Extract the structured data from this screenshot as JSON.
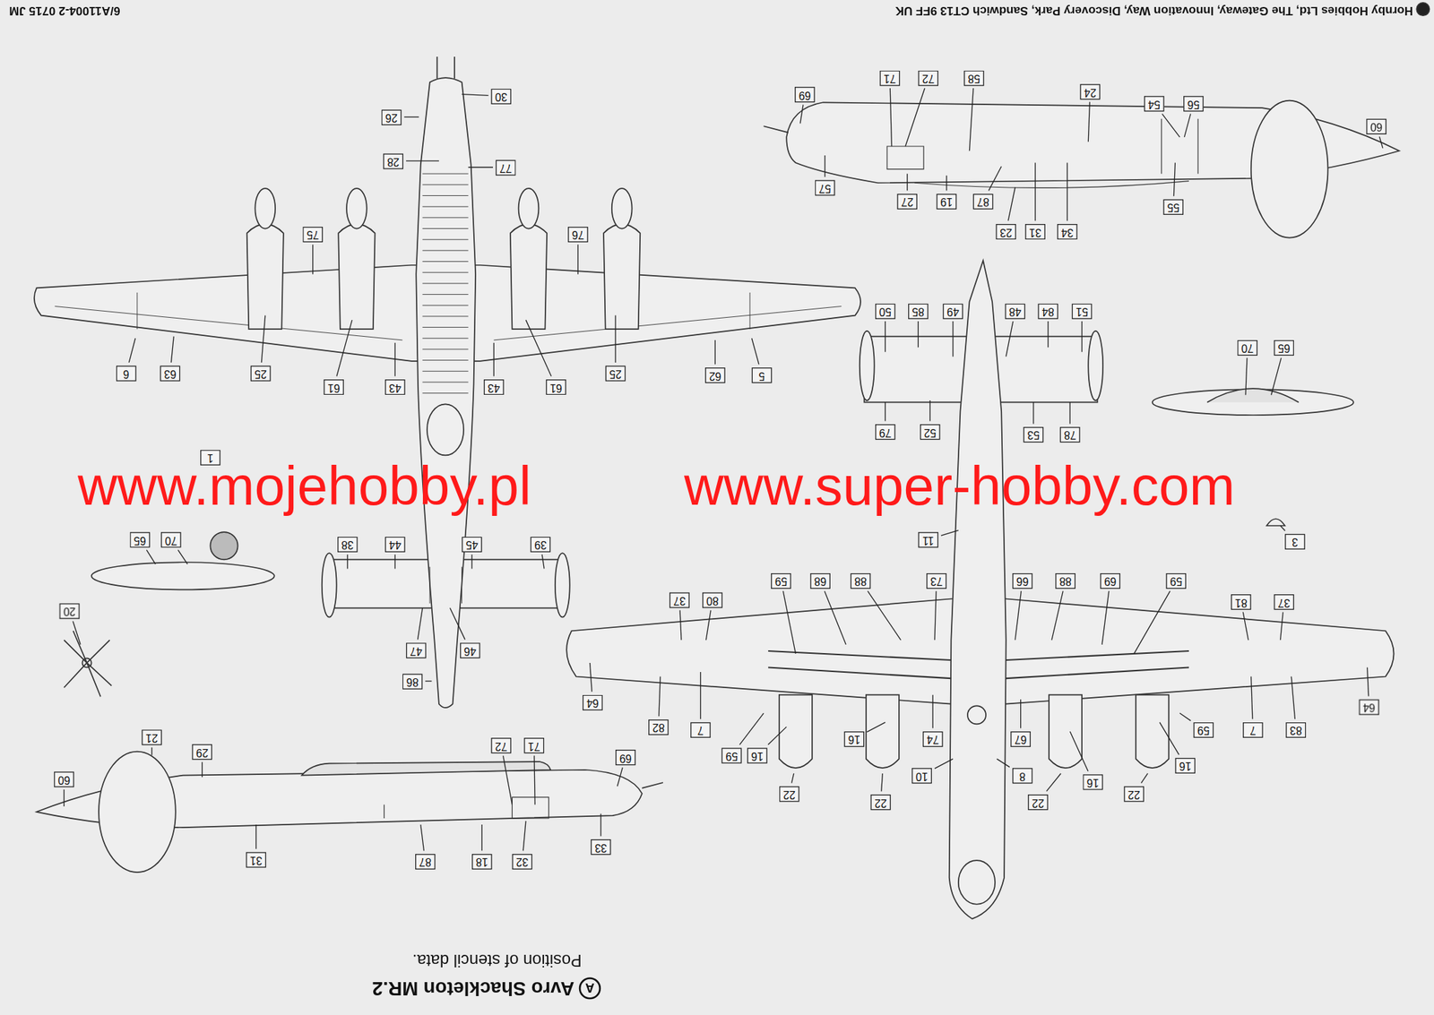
{
  "diagram": {
    "title": "Avro Shackleton MR.2",
    "caption": "Position of stencil data.",
    "labels": [
      "6/A11004-2 0715 JM",
      "Hornby Hobbies Ltd, The Gateway, Innovation Way, Discovery Park, Sandwich CT13 9FF UK",
      "30",
      "26",
      "28",
      "77",
      "75",
      "76",
      "6",
      "63",
      "25",
      "61",
      "43",
      "43",
      "61",
      "25",
      "62",
      "5",
      "69",
      "71",
      "72",
      "58",
      "24",
      "54",
      "56",
      "60",
      "57",
      "27",
      "19",
      "87",
      "23",
      "31",
      "34",
      "55",
      "50",
      "85",
      "49",
      "48",
      "84",
      "51",
      "79",
      "52",
      "53",
      "78",
      "70",
      "65",
      "11",
      "3",
      "1",
      "65",
      "70",
      "38",
      "44",
      "45",
      "39",
      "20",
      "47",
      "46",
      "86",
      "21",
      "29",
      "60",
      "72",
      "71",
      "69",
      "31",
      "87",
      "18",
      "32",
      "33",
      "37",
      "80",
      "59",
      "68",
      "88",
      "73",
      "66",
      "88",
      "69",
      "59",
      "81",
      "37",
      "64",
      "82",
      "7",
      "59",
      "16",
      "16",
      "74",
      "67",
      "16",
      "59",
      "16",
      "7",
      "83",
      "64",
      "22",
      "22",
      "10",
      "8",
      "22",
      "22",
      "www.mojehobby.pl",
      "www.super-hobby.com",
      "A"
    ]
  }
}
